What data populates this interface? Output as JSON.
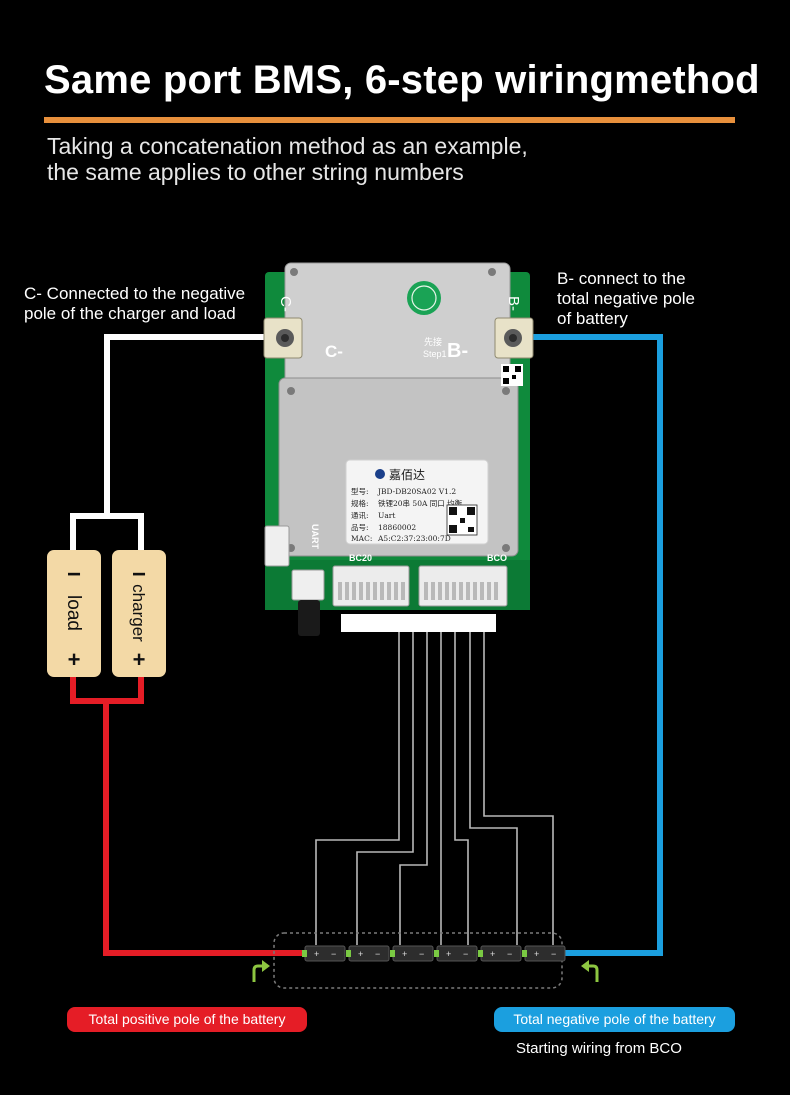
{
  "title": "Same port BMS, 6-step wiringmethod",
  "subtitle": [
    "Taking a concatenation method as an example,",
    "the same applies to other string numbers"
  ],
  "notes": {
    "c_minus": [
      "C- Connected to the negative",
      "pole of the charger and load"
    ],
    "b_minus": [
      "B- connect to the",
      "total negative pole",
      "of battery"
    ]
  },
  "board": {
    "port_c_label": "C-",
    "port_b_label": "B-",
    "edge_c_label": "C-",
    "edge_b_label": "B-",
    "step_label_cn": "先接",
    "step_label": "Step1",
    "uart_label": "UART",
    "bc20_label": "BC20",
    "bc0_label": "BCO",
    "sticker": {
      "brand": "嘉佰达",
      "rows": [
        {
          "k": "型号:",
          "v": "JBD-DB20SA02 V1.2"
        },
        {
          "k": "规格:",
          "v": "铁锂20串 50A 同口 均衡"
        },
        {
          "k": "通讯:",
          "v": "Uart"
        },
        {
          "k": "品号:",
          "v": "18860002"
        },
        {
          "k": "MAC:",
          "v": "A5:C2:37:23:00:7D"
        }
      ]
    },
    "colors": {
      "pcb": "#0f8a3c",
      "plate": "#c8c8c8",
      "sticker": "#f4f4f4"
    }
  },
  "terminals": {
    "load": "load",
    "charger": "charger",
    "minus": "−",
    "plus": "+",
    "color": "#f3d9a6"
  },
  "cells": {
    "count": 6,
    "plus": "+",
    "minus": "−"
  },
  "wires": {
    "positive": "#e51d26",
    "negative": "#1b9fdf",
    "c_minus": "#ffffff",
    "balance": "#b8b8b8"
  },
  "labels": {
    "total_positive": "Total positive pole of the battery",
    "total_negative": "Total negative pole of the battery",
    "start_note": "Starting wiring from BCO"
  },
  "accent": "#e8903c"
}
